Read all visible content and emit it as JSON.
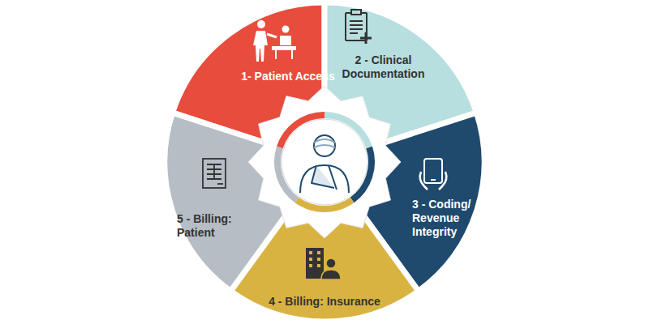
{
  "diagram": {
    "nodes": [
      {
        "text": [
          "1- Patient Access"
        ]
      },
      {
        "text": [
          "2 - Clinical Documentation"
        ]
      },
      {
        "text": [
          "3 - Coding/ Revenue Integrity"
        ]
      },
      {
        "text": [
          "4 - Billing: Insurance"
        ]
      },
      {
        "text": [
          "5 - Billing: Patient"
        ]
      }
    ]
  }
}
